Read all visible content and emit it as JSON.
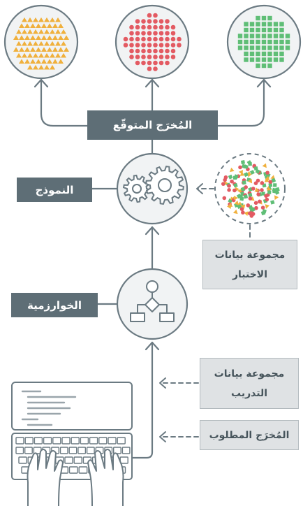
{
  "labels": {
    "expected_output": "المُخرَج المتوقّع",
    "model": "النموذج",
    "algorithm": "الخوارزمية",
    "test_dataset_line1": "مجموعة بيانات",
    "test_dataset_line2": "الاختبار",
    "training_dataset_line1": "مجموعة بيانات",
    "training_dataset_line2": "التدريب",
    "desired_output": "المُخرَج المطلوب"
  },
  "colors": {
    "line": "#6b7a82",
    "circle_fill": "#f1f3f4",
    "dark_label": "#5e6e76",
    "light_label": "#dfe2e4",
    "triangle": "#f0b03c",
    "dot": "#e35a62",
    "square": "#5fbe76"
  },
  "icons": {
    "model": "gears-icon",
    "algorithm": "flowchart-icon",
    "input_device": "laptop-keyboard-hands-icon"
  }
}
